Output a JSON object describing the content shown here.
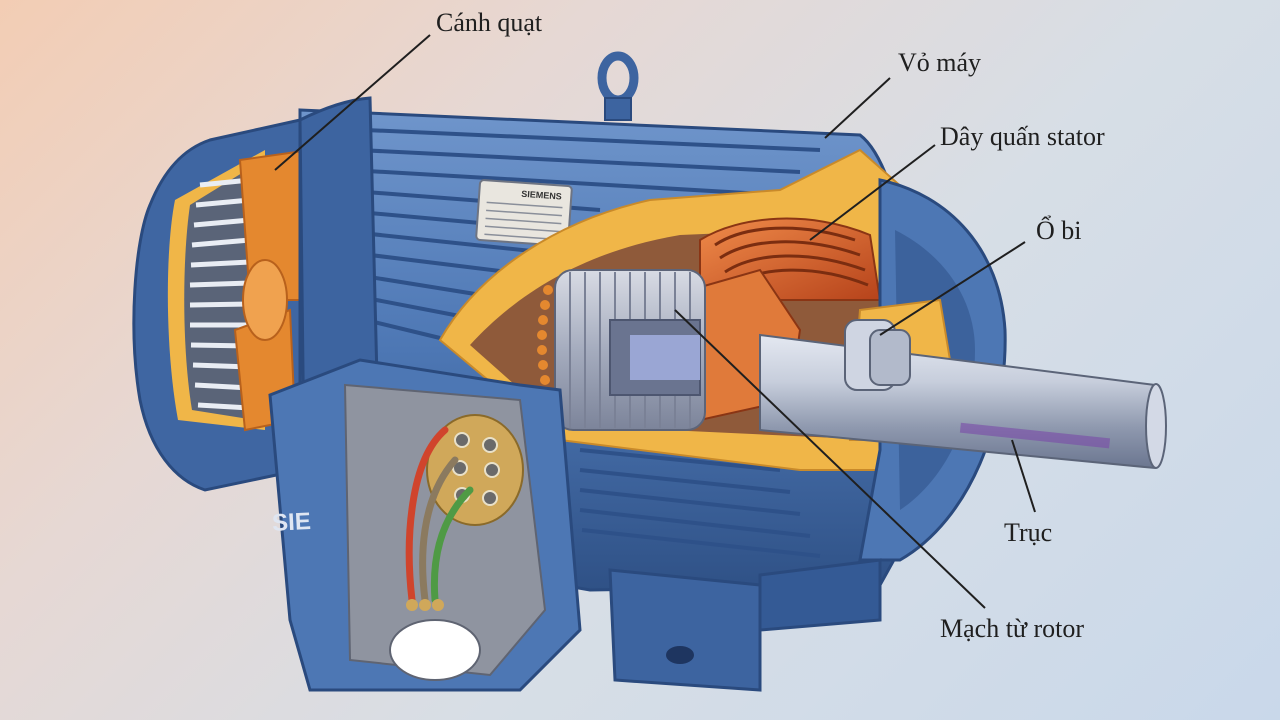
{
  "labels": {
    "fan": "Cánh quạt",
    "housing": "Vỏ máy",
    "stator_winding": "Dây quấn stator",
    "bearing": "Ổ bi",
    "shaft": "Trục",
    "rotor_core": "Mạch từ rotor"
  },
  "nameplate": {
    "brand": "SIEMENS"
  },
  "terminal_box": {
    "brand_mark": "SIE"
  },
  "colors": {
    "body_blue": "#4d77b4",
    "body_blue_dark": "#34598f",
    "body_blue_light": "#7d9fd0",
    "cutaway_yellow": "#f0b648",
    "copper": "#d9662e",
    "fan_orange": "#e4882f",
    "shaft_steel": "#b8bfd0",
    "wire_red": "#d0442c",
    "wire_green": "#4f9a45",
    "label_text": "#1f1f1f"
  }
}
